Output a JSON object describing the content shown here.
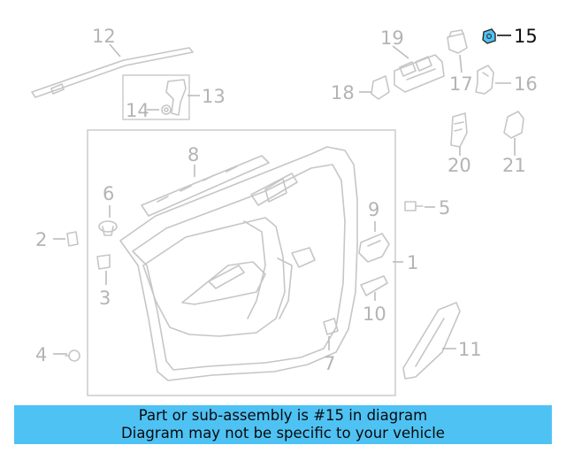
{
  "highlight_part": "15",
  "colors": {
    "highlight": "#4fc2f4",
    "banner_bg": "#4fc2f4",
    "part_line": "#c6c6c6",
    "label": "#b4b4b4",
    "highlight_label": "#111111"
  },
  "callouts": [
    {
      "id": "1",
      "text": "1"
    },
    {
      "id": "2",
      "text": "2"
    },
    {
      "id": "3",
      "text": "3"
    },
    {
      "id": "4",
      "text": "4"
    },
    {
      "id": "5",
      "text": "5"
    },
    {
      "id": "6",
      "text": "6"
    },
    {
      "id": "7",
      "text": "7"
    },
    {
      "id": "8",
      "text": "8"
    },
    {
      "id": "9",
      "text": "9"
    },
    {
      "id": "10",
      "text": "10"
    },
    {
      "id": "11",
      "text": "11"
    },
    {
      "id": "12",
      "text": "12"
    },
    {
      "id": "13",
      "text": "13"
    },
    {
      "id": "14",
      "text": "14"
    },
    {
      "id": "15",
      "text": "15"
    },
    {
      "id": "16",
      "text": "16"
    },
    {
      "id": "17",
      "text": "17"
    },
    {
      "id": "18",
      "text": "18"
    },
    {
      "id": "19",
      "text": "19"
    },
    {
      "id": "20",
      "text": "20"
    },
    {
      "id": "21",
      "text": "21"
    }
  ],
  "banner": {
    "line1": "Part or sub-assembly is #15 in diagram",
    "line2": "Diagram may not be specific to your vehicle"
  }
}
